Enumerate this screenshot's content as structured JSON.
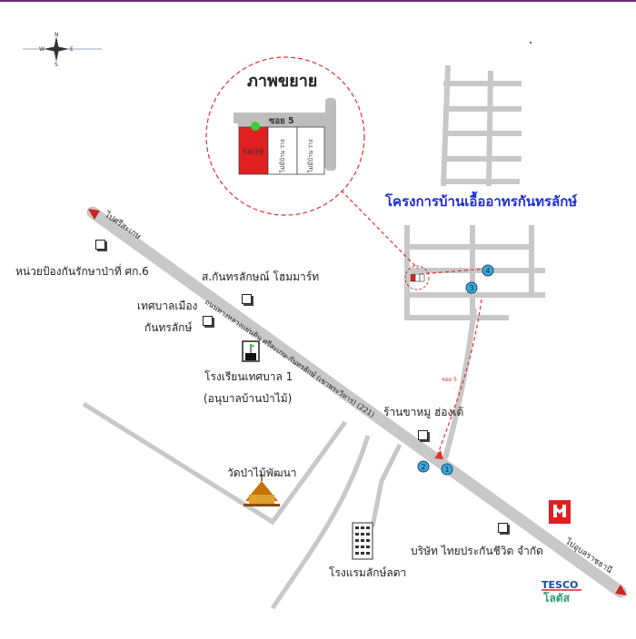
{
  "zoom": {
    "title": "ภาพขยาย",
    "soi_label": "ซอย 5",
    "plot_number": "54/39",
    "neighbor_1": "ไม่มีบ้าน ว่าง",
    "neighbor_2": "ไม่มีบ้าน ว่าง"
  },
  "project_title": "โครงการบ้านเอื้ออาทรกันทรลักษ์",
  "road_labels": {
    "northwest": "ไปศรีสะเกษ",
    "southeast": "ไปอุบลราชธานี",
    "main_road": "ถนนทางหลวงแผ่นดิน ศรีสะเกษ-กันทรลักษ์ (เขาพระวิหาร) (221)",
    "side_road": "ซอย 5"
  },
  "places": {
    "forest_unit": "หน่วยป้องกันรักษาป่าที่ ศก.6",
    "smart_shop": "ส.กันทรลักษณ์ โฮมมาร์ท",
    "municipality_line1": "เทศบาลเมือง",
    "municipality_line2": "กันทรลักษ์",
    "school_line1": "โรงเรียนเทศบาล 1",
    "school_line2": "(อนุบาลบ้านป่าไม้)",
    "pork_shop": "ร้านขาหมู ฮ่องเต้",
    "temple": "วัดป่าไม้พัฒนา",
    "hotel": "โรงแรมลักษ์ลดา",
    "insurance": "บริษัท ไทยประกันชีวิต จำกัด"
  },
  "markers": [
    "1",
    "2",
    "3",
    "4"
  ],
  "brand": {
    "tesco": "TESCO",
    "lotus": "โลตัส"
  },
  "colors": {
    "road": "#c8c8c8",
    "dashed": "#e03030",
    "plot": "#e02020",
    "marker": "#3aa8d8",
    "title_blue": "#1c2bd6"
  }
}
